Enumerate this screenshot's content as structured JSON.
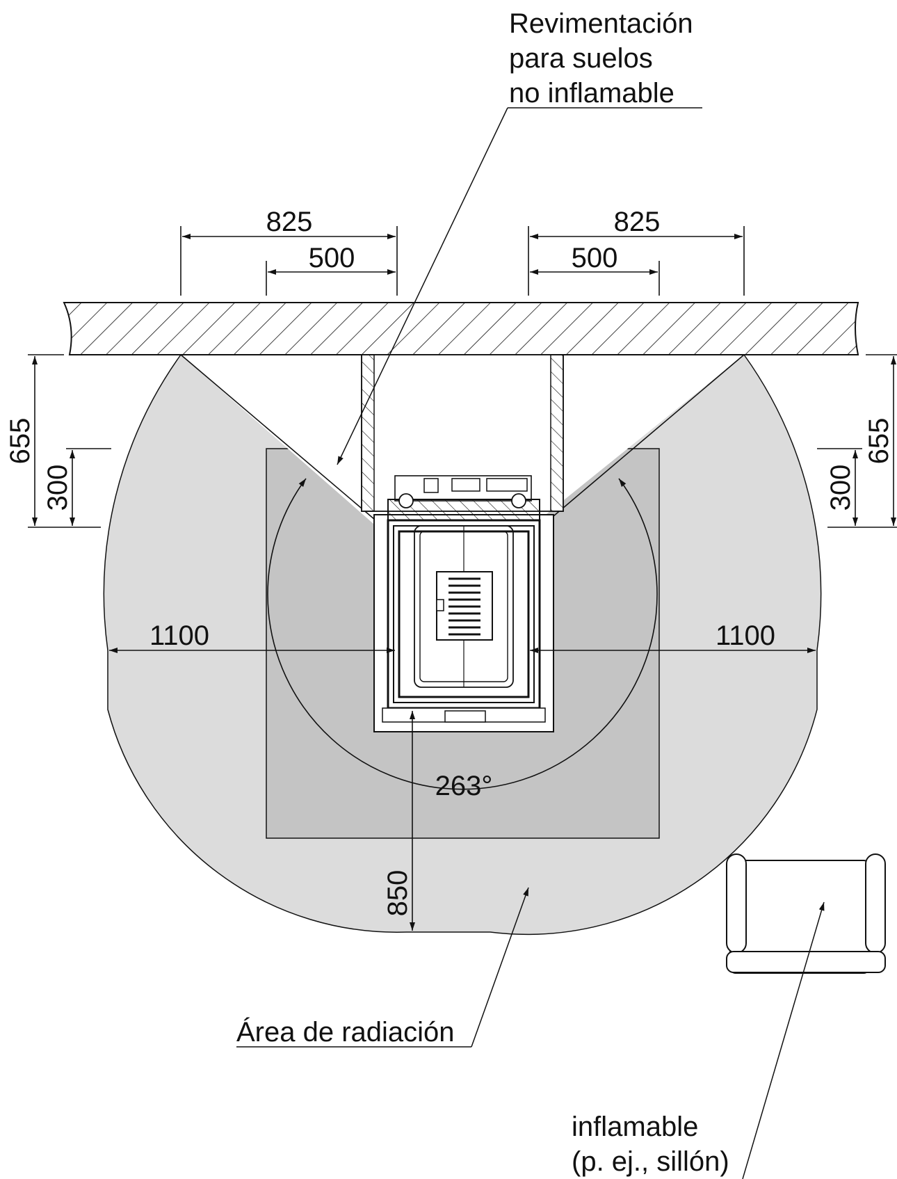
{
  "labels": {
    "floor_covering_line1": "Revimentación",
    "floor_covering_line2": "para suelos",
    "floor_covering_line3": "no inflamable",
    "radiation_area": "Área de radiación",
    "flammable_line1": "inflamable",
    "flammable_line2": "(p. ej., sillón)"
  },
  "dimensions": {
    "top_left_outer": "825",
    "top_left_inner": "500",
    "top_right_outer": "825",
    "top_right_inner": "500",
    "left_depth_outer": "655",
    "left_depth_inner": "300",
    "right_depth_outer": "655",
    "right_depth_inner": "300",
    "left_side": "1100",
    "right_side": "1100",
    "front": "850",
    "angle": "263°"
  },
  "colors": {
    "radiation_area": "#dcdcdc",
    "floor_plate": "#c4c4c4",
    "line": "#111111"
  }
}
